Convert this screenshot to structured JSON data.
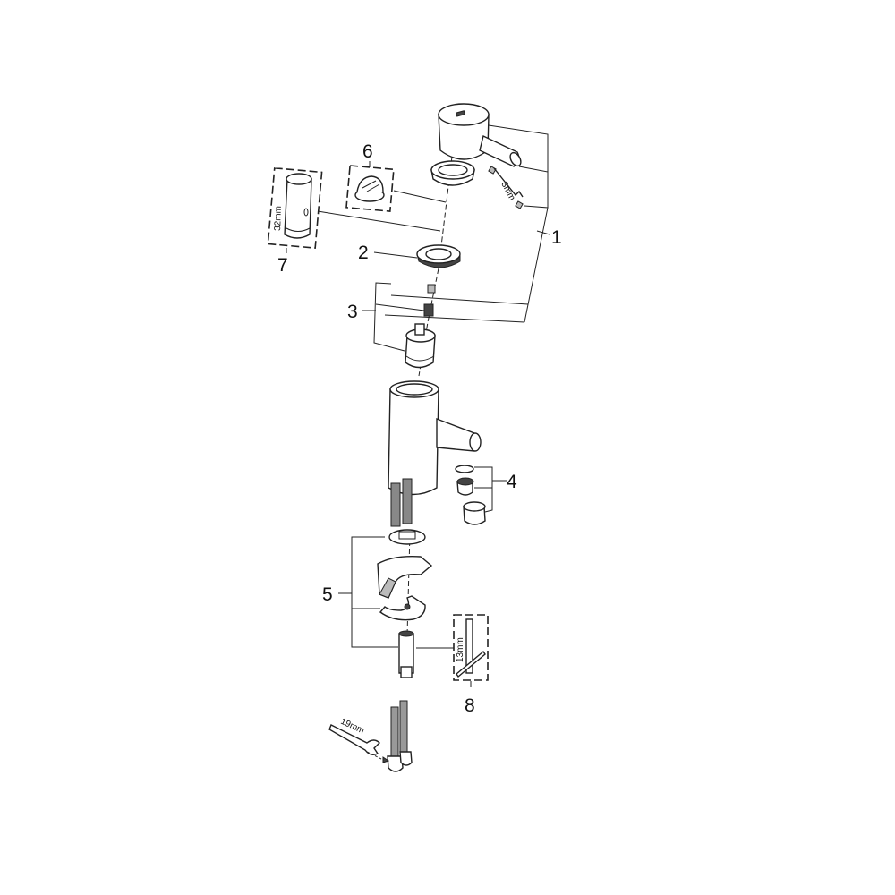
{
  "diagram": {
    "callouts": [
      "1",
      "2",
      "3",
      "4",
      "5",
      "6",
      "7",
      "8"
    ],
    "dimensions": {
      "hex_key": "3mm",
      "tool_7": "32mm",
      "tool_8": "13mm",
      "wrench": "19mm"
    }
  }
}
